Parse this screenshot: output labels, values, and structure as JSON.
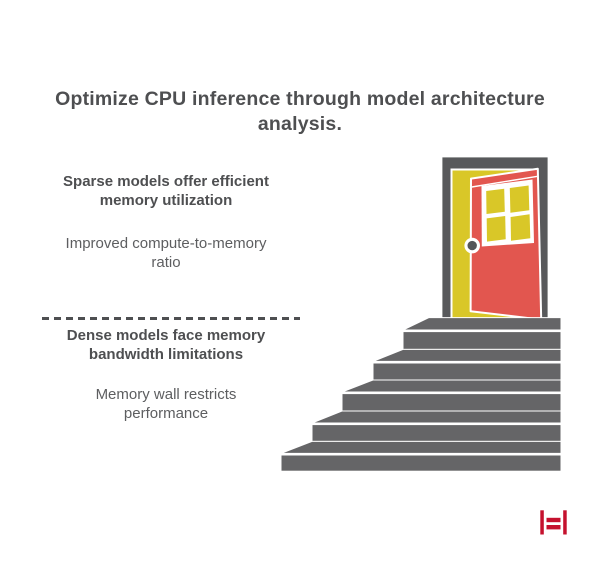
{
  "title": {
    "lines": [
      "Optimize CPU inference through model architecture",
      "analysis."
    ],
    "full_text": "Optimize CPU inference through model architecture analysis."
  },
  "sections": [
    {
      "heading_lines": [
        "Sparse models offer efficient",
        "memory utilization"
      ],
      "body_lines": [
        "Improved compute-to-memory",
        "ratio"
      ]
    },
    {
      "heading_lines": [
        "Dense models face memory",
        "bandwidth limitations"
      ],
      "body_lines": [
        "Memory wall restricts",
        "performance"
      ]
    }
  ],
  "illustration": {
    "icon": "open-door-stairs-icon",
    "description": "Open red door at the top of a gray staircase"
  },
  "logo": {
    "icon": "brand-logo-icon",
    "glyph": "|=|"
  },
  "colors": {
    "background": "#ffffff",
    "title_text": "#4e4f51",
    "heading_text": "#4e4f51",
    "body_text": "#5d5e60",
    "divider": "#4e4f51",
    "stair_gray": "#656567",
    "door_frame_gray": "#58595b",
    "doorway_yellow": "#d9c728",
    "door_red": "#e2564f",
    "window_frame_white": "#ffffff",
    "window_pane_yellow": "#d9c728",
    "knob_gray": "#55565a",
    "logo_red": "#c5112e"
  }
}
